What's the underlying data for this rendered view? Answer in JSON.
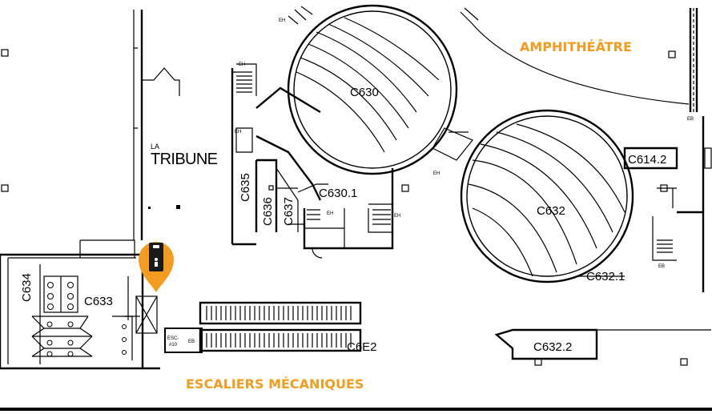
{
  "rooms": {
    "c630": "C630",
    "c630_1": "C630.1",
    "c632": "C632",
    "c632_1": "C632.1",
    "c632_2": "C632.2",
    "c633": "C633",
    "c634": "C634",
    "c635": "C635",
    "c636": "C636",
    "c637": "C637",
    "c614_2": "C614.2",
    "c6e2": "C6E2"
  },
  "areas": {
    "tribune_prefix": "LA",
    "tribune": "TRIBUNE",
    "amphitheatre": "AMPHITHÉÂTRE",
    "escalators": "ESCALIERS MÉCANIQUES"
  },
  "small_labels": {
    "eh": "EH",
    "eb": "EB",
    "esc": "ESC-",
    "esc_num": "#10"
  },
  "marker": {
    "icon": "elevator-icon",
    "color": "#f39c1f"
  },
  "colors": {
    "accent": "#f39c1f",
    "walls": "#000000",
    "background": "#ffffff"
  }
}
